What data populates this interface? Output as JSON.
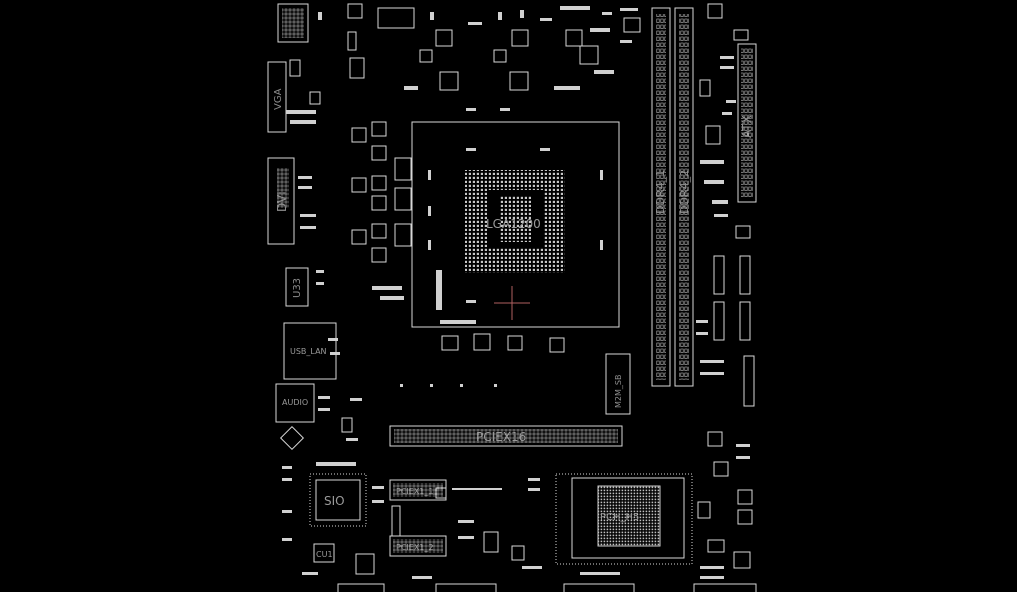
{
  "labels": {
    "cpu": "LGA1200",
    "dimm1": "DDR4_1",
    "dimm2": "DDR4_2",
    "atx": "ATX",
    "vga": "VGA",
    "dvi": "DVI",
    "u33": "U33",
    "usb_lan": "USB_LAN",
    "audio": "AUDIO",
    "m2": "M2M_SB",
    "pciex16": "PCIEX16",
    "pciex1_1": "PCIEX1_1",
    "pciex1_2": "PCIEX1_2",
    "sio": "SIO",
    "cu1": "CU1",
    "pch": "PCH_H5"
  },
  "colors": {
    "background": "#000000",
    "outline": "#d8d8d8",
    "label": "#9a9a9a",
    "crosshair": "#b06060"
  }
}
